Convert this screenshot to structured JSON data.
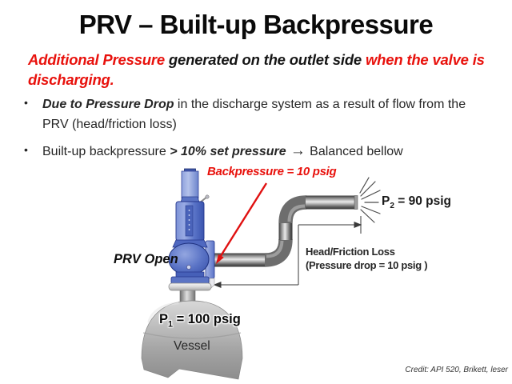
{
  "slide": {
    "title": "PRV – Built-up Backpressure",
    "subtitle": {
      "part1_red": "Additional Pressure ",
      "part2_black": "generated on the outlet side ",
      "part3_red": "when the valve is discharging."
    },
    "bullets": [
      {
        "marker": "•",
        "seg_bold_italic": "Due to Pressure Drop",
        "seg_rest": " in the discharge system as a result of flow from the PRV (head/friction loss)"
      },
      {
        "marker": "•",
        "seg_start": "Built-up backpressure ",
        "seg_bold_italic": "> 10% set pressure",
        "arrow": " → ",
        "seg_end": "Balanced bellow"
      }
    ],
    "credit": "Credit: API 520, Brikett, leser"
  },
  "diagram": {
    "backpressure_label": "Backpressure = 10 psig",
    "prv_open_label": "PRV Open",
    "p2_label": {
      "base": "P",
      "sub": "2",
      "rest": " = 90 psig"
    },
    "p1_label": {
      "base": "P",
      "sub": "1",
      "rest": " = 100 psig"
    },
    "head_loss_line1": "Head/Friction Loss",
    "head_loss_line2": "(Pressure drop = 10 psig )",
    "vessel_label": "Vessel",
    "values": {
      "backpressure_psig": 10,
      "p2_psig": 90,
      "p1_psig": 100,
      "pressure_drop_psig": 10
    },
    "colors": {
      "annotation_red": "#e8110c",
      "valve_blue": "#5b74c4",
      "valve_blue_dark": "#2b3f8f",
      "pipe_gray": "#6d6d6d",
      "vessel_gray": "#a9a9a9"
    }
  }
}
